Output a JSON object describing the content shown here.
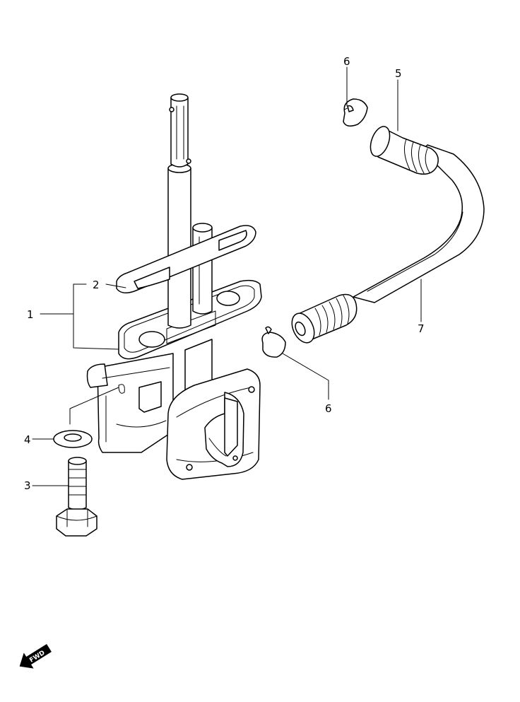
{
  "callouts": [
    {
      "id": "c1",
      "text": "1"
    },
    {
      "id": "c2",
      "text": "2"
    },
    {
      "id": "c3",
      "text": "3"
    },
    {
      "id": "c4",
      "text": "4"
    },
    {
      "id": "c5",
      "text": "5"
    },
    {
      "id": "c6a",
      "text": "6"
    },
    {
      "id": "c6b",
      "text": "6"
    },
    {
      "id": "c7",
      "text": "7"
    }
  ],
  "fwd_badge": {
    "text": "FWD"
  }
}
